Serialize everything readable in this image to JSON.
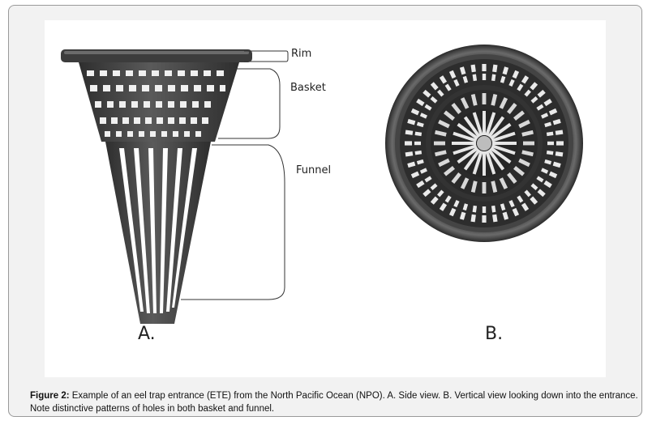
{
  "figure": {
    "labels": {
      "rim": "Rim",
      "basket": "Basket",
      "funnel": "Funnel",
      "panel_a": "A.",
      "panel_b": "B."
    },
    "caption_lead": "Figure 2:",
    "caption_text": " Example of an eel trap entrance (ETE) from the North Pacific Ocean (NPO). A. Side view. B. Vertical view looking down into the entrance. Note distinctive patterns of holes in both basket and funnel."
  },
  "colors": {
    "frame_bg": "#f2f2f2",
    "plastic_dark": "#3a3a3a",
    "plastic_mid": "#555555"
  }
}
